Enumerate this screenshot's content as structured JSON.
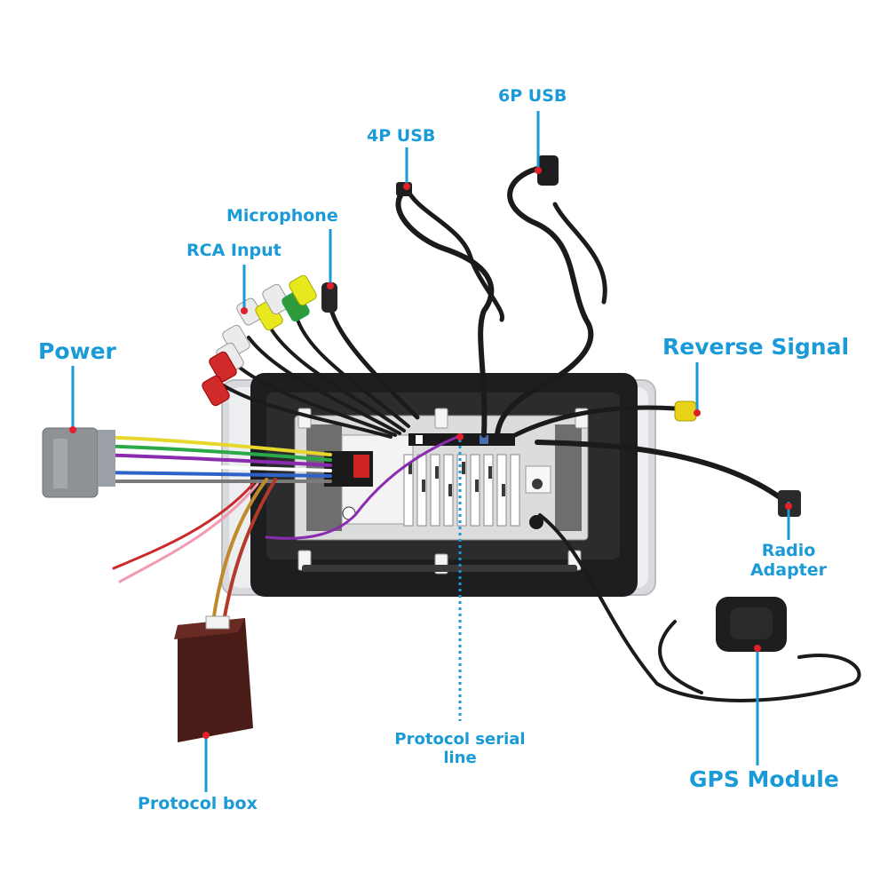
{
  "accent_color": "#1a9ad6",
  "marker_color": "#e0202a",
  "labels": {
    "usb6p": "6P USB",
    "usb4p": "4P USB",
    "microphone": "Microphone",
    "rca_input": "RCA Input",
    "power": "Power",
    "reverse_signal": "Reverse Signal",
    "radio_adapter_1": "Radio",
    "radio_adapter_2": "Adapter",
    "protocol_serial_1": "Protocol serial",
    "protocol_serial_2": "line",
    "gps_module": "GPS Module",
    "protocol_box": "Protocol box"
  }
}
